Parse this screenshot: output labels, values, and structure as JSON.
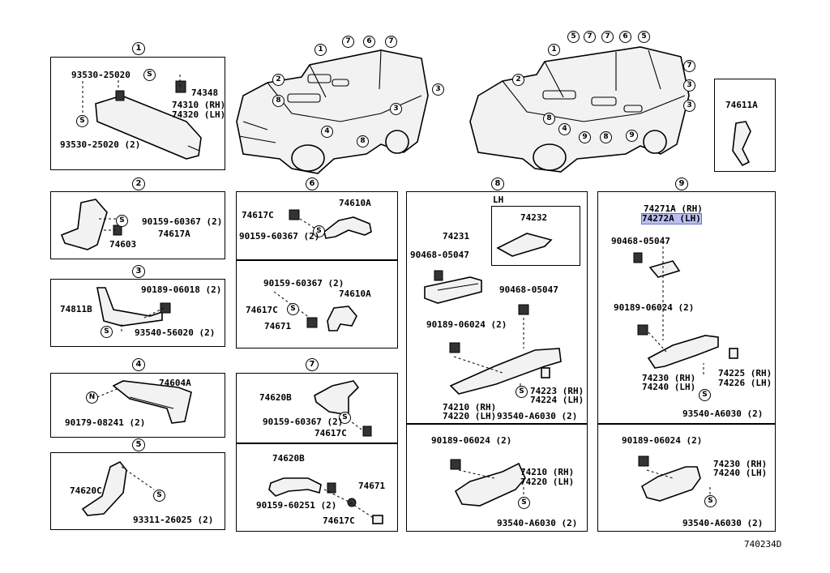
{
  "diagram_code": "740234D",
  "vehicles": {
    "left_callouts": [
      "1",
      "2",
      "8",
      "7",
      "6",
      "7",
      "3",
      "3",
      "4",
      "8"
    ],
    "right_callouts": [
      "1",
      "2",
      "8",
      "5",
      "7",
      "7",
      "6",
      "5",
      "7",
      "3",
      "3",
      "4",
      "9",
      "8",
      "9"
    ]
  },
  "panel_1": {
    "ref": "1",
    "parts": [
      "93530-25020",
      "74348",
      "74310 (RH)",
      "74320 (LH)",
      "93530-25020 (2)"
    ]
  },
  "panel_2": {
    "ref": "2",
    "parts": [
      "90159-60367 (2)",
      "74617A",
      "74603"
    ]
  },
  "panel_3": {
    "ref": "3",
    "parts": [
      "90189-06018 (2)",
      "74811B",
      "93540-56020 (2)"
    ]
  },
  "panel_4": {
    "ref": "4",
    "parts": [
      "74604A",
      "90179-08241 (2)"
    ]
  },
  "panel_5": {
    "ref": "5",
    "parts": [
      "74620C",
      "93311-26025 (2)"
    ]
  },
  "panel_6": {
    "ref": "6",
    "top_parts": [
      "74617C",
      "74610A",
      "90159-60367 (2)"
    ],
    "bottom_parts": [
      "90159-60367 (2)",
      "74610A",
      "74617C",
      "74671"
    ]
  },
  "panel_7": {
    "ref": "7",
    "top_parts": [
      "74620B",
      "90159-60367 (2)",
      "74617C"
    ],
    "bottom_parts": [
      "74620B",
      "74671",
      "90159-60251 (2)",
      "74617C"
    ]
  },
  "panel_8": {
    "ref": "8",
    "side": "LH",
    "top_parts": [
      "74232",
      "74231",
      "90468-05047",
      "90468-05047",
      "90189-06024 (2)",
      "74210 (RH)",
      "74220 (LH)",
      "74223 (RH)",
      "74224 (LH)",
      "93540-A6030 (2)"
    ],
    "bottom_parts": [
      "90189-06024 (2)",
      "74210 (RH)",
      "74220 (LH)",
      "93540-A6030 (2)"
    ]
  },
  "panel_9": {
    "ref": "9",
    "top_parts": [
      "74271A (RH)",
      "74272A (LH)",
      "90468-05047",
      "90189-06024 (2)",
      "74225 (RH)",
      "74226 (LH)",
      "74230 (RH)",
      "74240 (LH)",
      "93540-A6030 (2)"
    ],
    "bottom_parts": [
      "90189-06024 (2)",
      "74230 (RH)",
      "74240 (LH)",
      "93540-A6030 (2)"
    ]
  },
  "panel_74611A": {
    "parts": [
      "74611A"
    ]
  },
  "symbols": {
    "s": "S",
    "n": "N"
  }
}
